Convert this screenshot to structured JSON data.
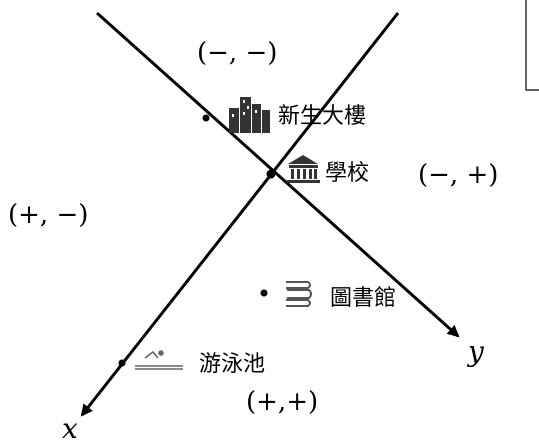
{
  "quadrants": {
    "top": "(−, −)",
    "right": "(−, +)",
    "left": "(+, −)",
    "bottom": "(+,+)"
  },
  "axes": {
    "x_label": "x",
    "y_label": "y"
  },
  "places": {
    "dormitory": "新生大樓",
    "school": "學校",
    "library": "圖書館",
    "pool": "游泳池"
  },
  "icons": {
    "dormitory": "building-icon",
    "school": "school-icon",
    "library": "books-icon",
    "pool": "swimming-pool-icon"
  }
}
